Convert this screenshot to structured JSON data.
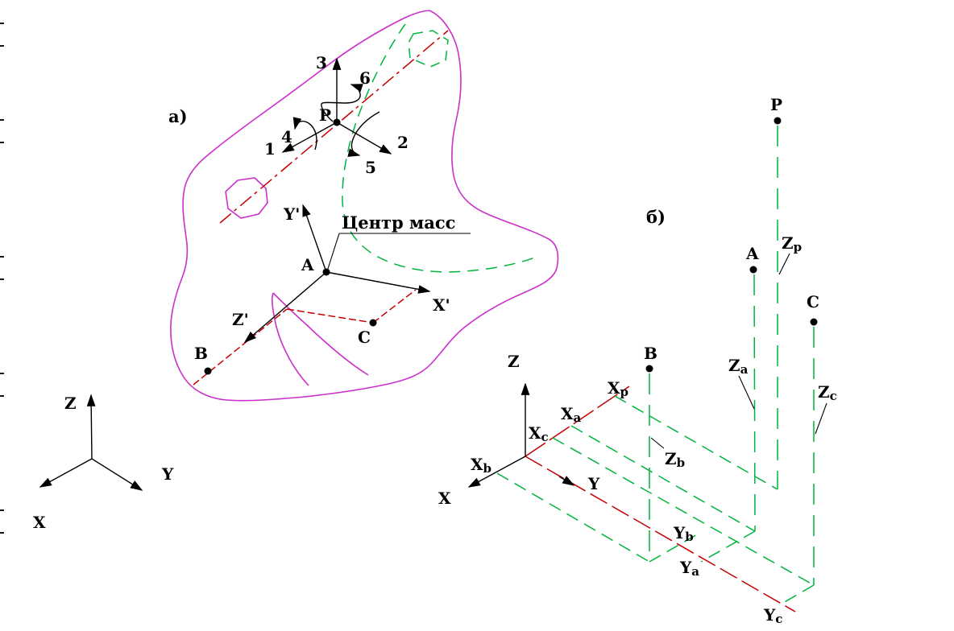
{
  "panel_a": {
    "label": "а)",
    "center_of_mass": "Центр масс",
    "points": {
      "p": "P",
      "a": "A",
      "b": "B",
      "c": "C"
    },
    "axes": {
      "x": "X'",
      "y": "Y'",
      "z": "Z'"
    },
    "dof": {
      "d1": "1",
      "d2": "2",
      "d3": "3",
      "d4": "4",
      "d5": "5",
      "d6": "6"
    }
  },
  "triad": {
    "x": "X",
    "y": "Y",
    "z": "Z"
  },
  "panel_b": {
    "label": "б)",
    "axes": {
      "x": "X",
      "y": "Y",
      "z": "Z"
    },
    "points": {
      "p": "P",
      "a": "A",
      "b": "B",
      "c": "C"
    },
    "coords": {
      "xp": {
        "main": "X",
        "sub": "p"
      },
      "xa": {
        "main": "X",
        "sub": "a"
      },
      "xb": {
        "main": "X",
        "sub": "b"
      },
      "xc": {
        "main": "X",
        "sub": "c"
      },
      "ya": {
        "main": "Y",
        "sub": "a"
      },
      "yb": {
        "main": "Y",
        "sub": "b"
      },
      "yc": {
        "main": "Y",
        "sub": "c"
      },
      "zp": {
        "main": "Z",
        "sub": "p"
      },
      "za": {
        "main": "Z",
        "sub": "a"
      },
      "zb": {
        "main": "Z",
        "sub": "b"
      },
      "zc": {
        "main": "Z",
        "sub": "c"
      }
    }
  },
  "colors": {
    "outline": "#cc2fcc",
    "hidden": "#00b43c",
    "axis_red": "#c40000",
    "ink": "#000000",
    "background": "#ffffff"
  }
}
